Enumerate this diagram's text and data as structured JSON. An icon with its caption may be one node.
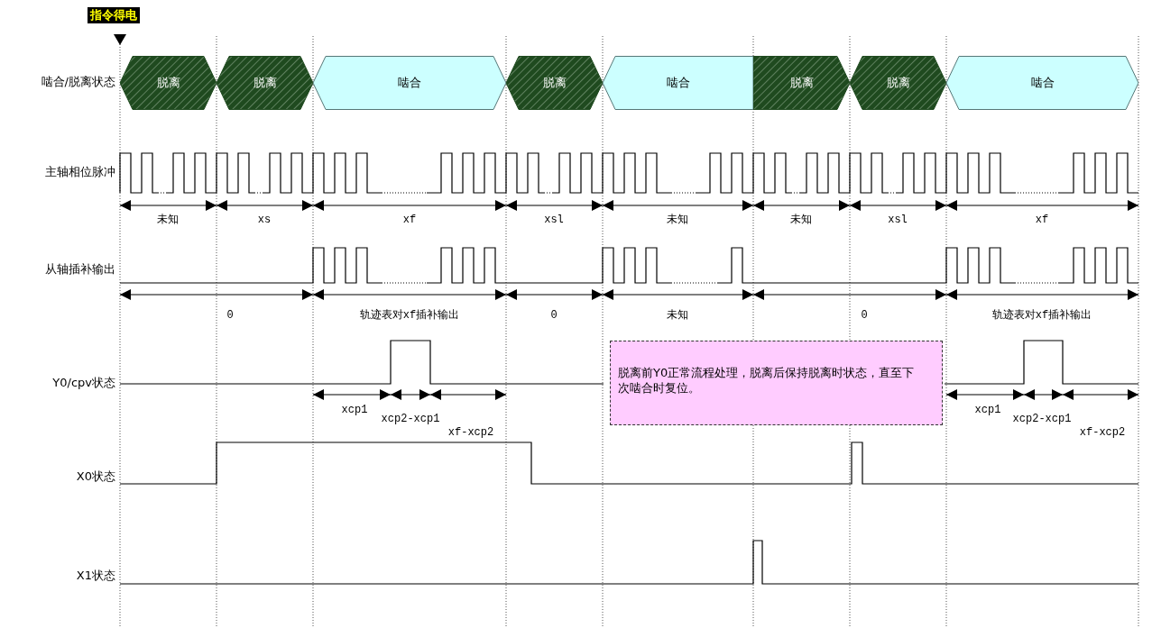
{
  "diagram": {
    "nodes": [
      {
        "text": [
          "脱离"
        ]
      },
      {
        "text": [
          "脱离"
        ]
      },
      {
        "text": [
          "啮合"
        ]
      },
      {
        "text": [
          "脱离"
        ]
      },
      {
        "text": [
          "啮合"
        ]
      },
      {
        "text": [
          "脱离"
        ]
      },
      {
        "text": [
          "脱离"
        ]
      },
      {
        "text": [
          "啮合"
        ]
      },
      {
        "text": [
          "脱离前Y0正常流程处理，脱离后保持脱离时状态，直至下次啮合时复位。"
        ]
      }
    ],
    "labels": [
      "指令得电",
      "啮合/脱离状态",
      "主轴相位脉冲",
      "未知",
      "xs",
      "xf",
      "xsl",
      "未知",
      "未知",
      "xsl",
      "xf",
      "从轴插补输出",
      "0",
      "轨迹表对xf插补输出",
      "0",
      "未知",
      "0",
      "轨迹表对xf插补输出",
      "Y0/cpv状态",
      "xcp1",
      "xcp2-xcp1",
      "xf-xcp2",
      "xcp1",
      "xcp2-xcp1",
      "xf-xcp2",
      "X0状态",
      "X1状态"
    ]
  }
}
